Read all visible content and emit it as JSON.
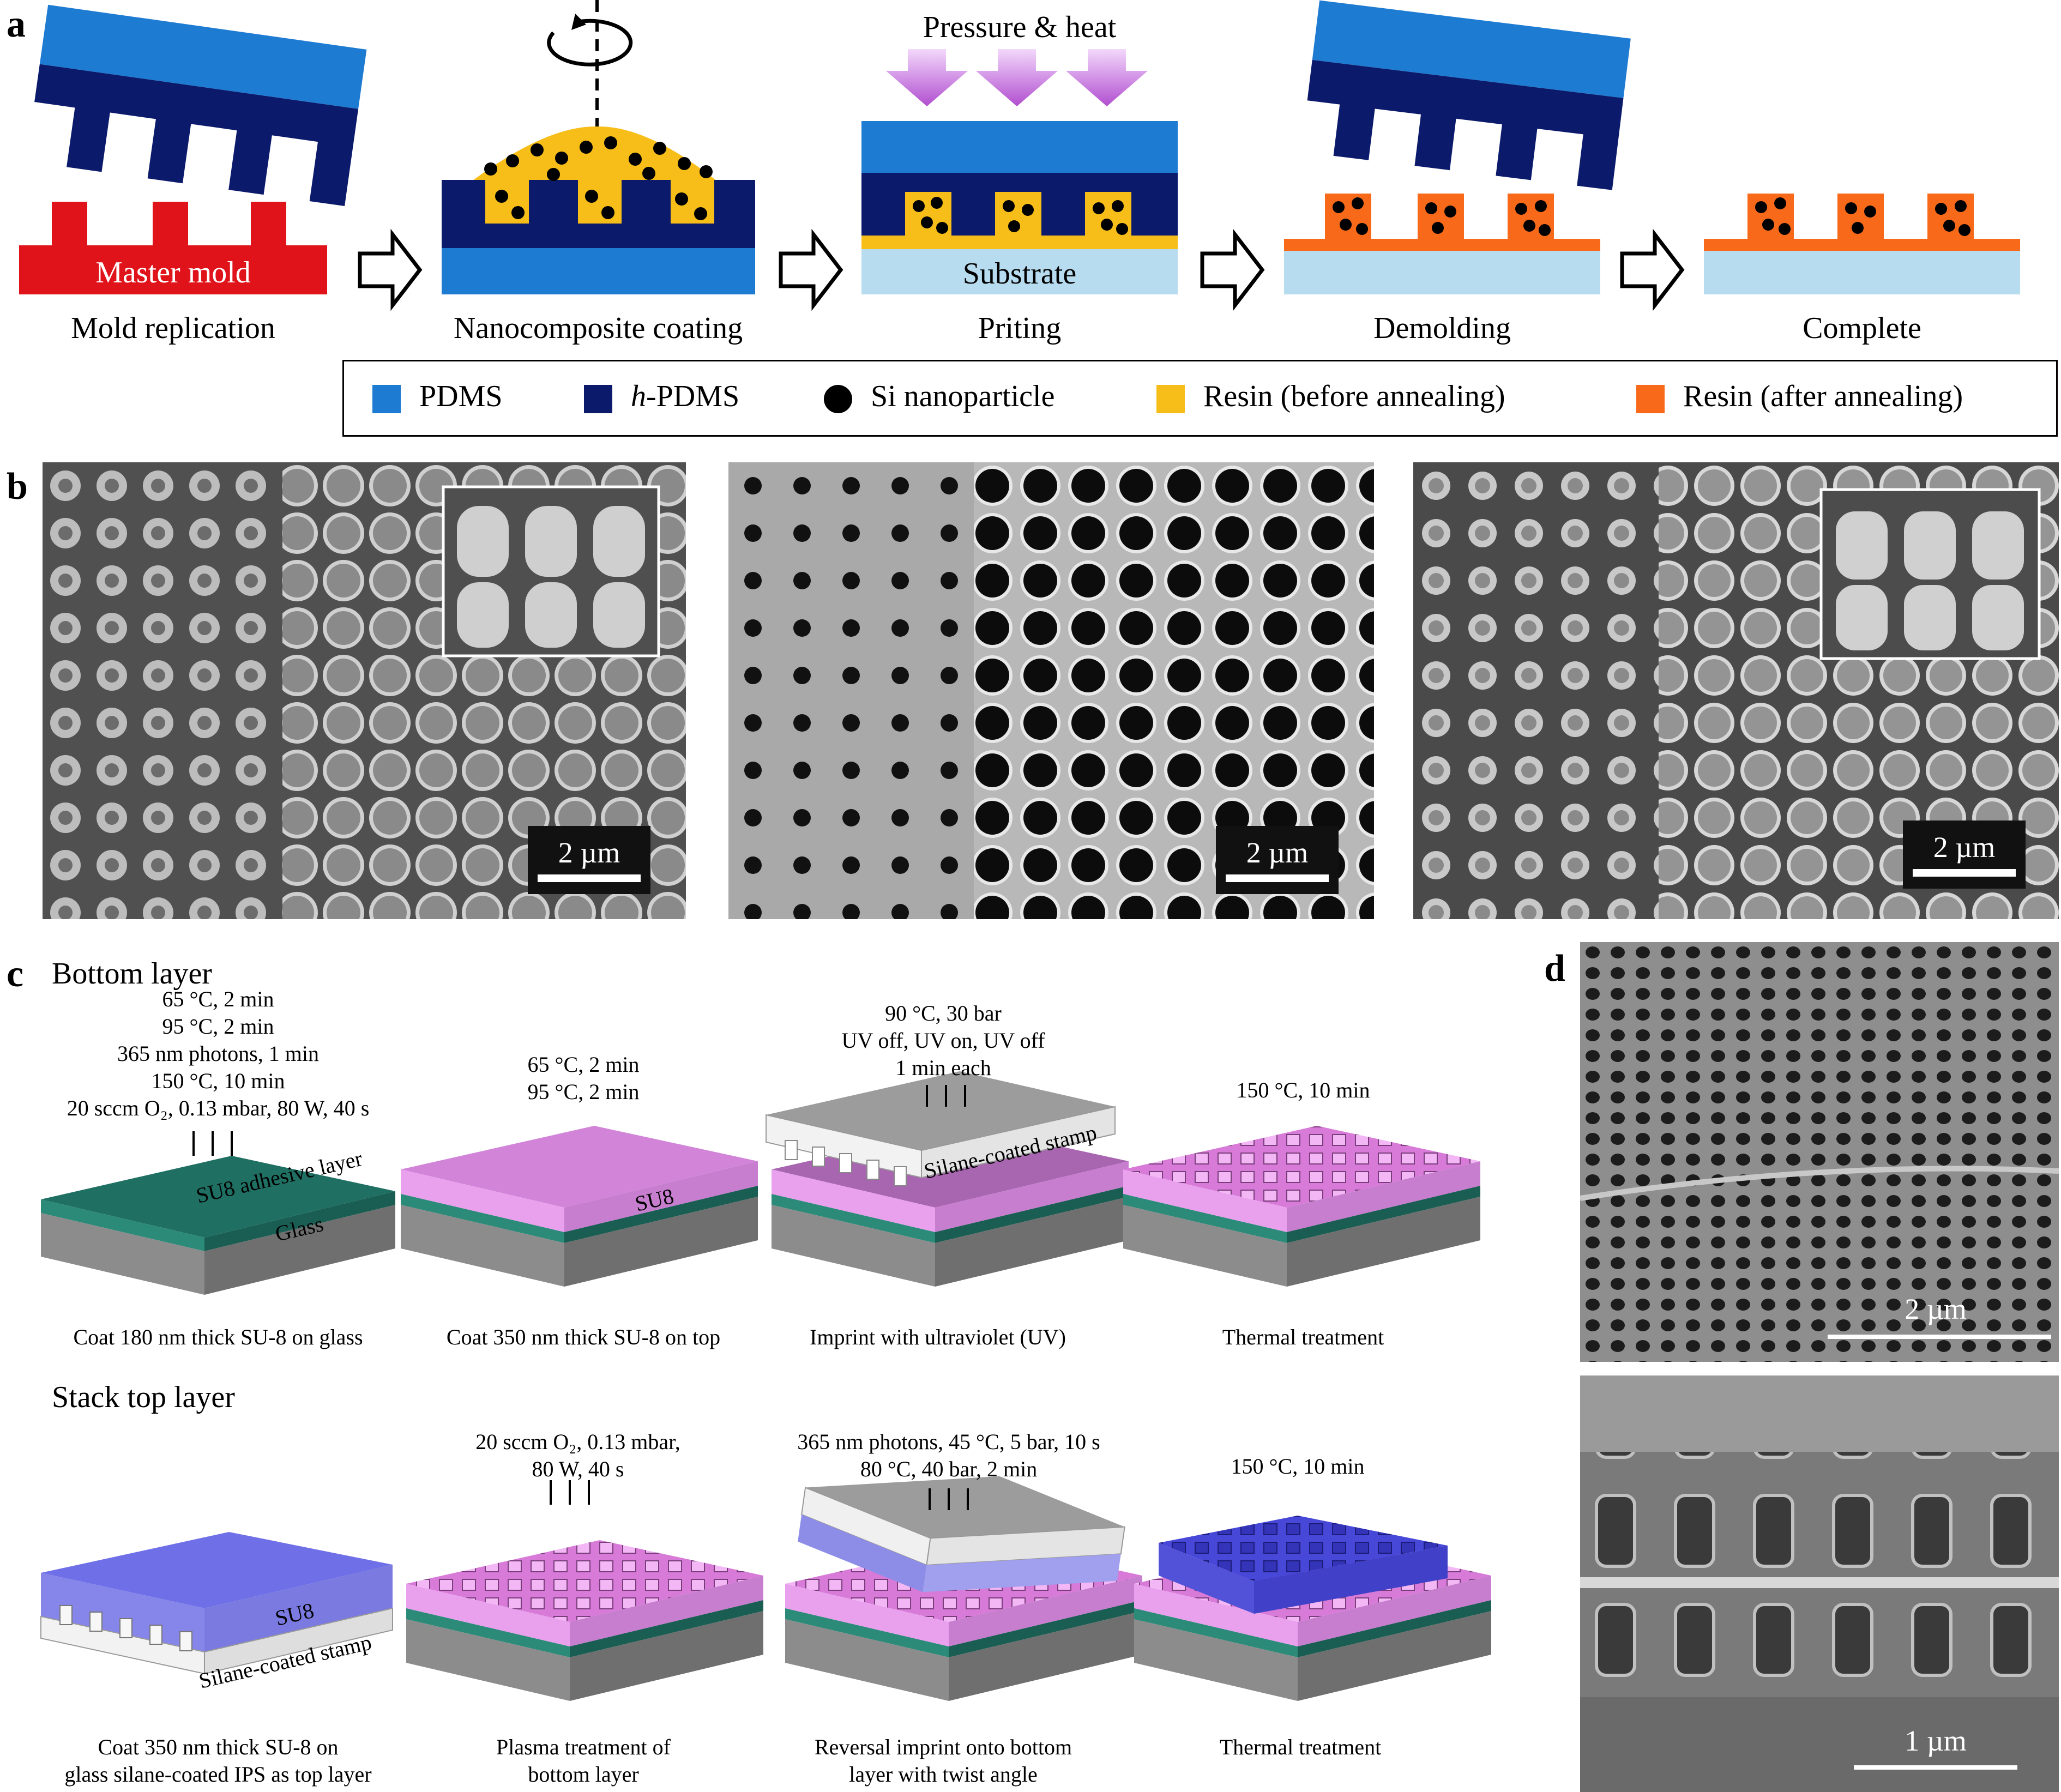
{
  "panel_labels": {
    "a": "a",
    "b": "b",
    "c": "c",
    "d": "d"
  },
  "panel_a": {
    "steps": [
      "Mold replication",
      "Nanocomposite coating",
      "Priting",
      "Demolding",
      "Complete"
    ],
    "master_mold_label": "Master mold",
    "pressure_label": "Pressure & heat",
    "substrate_label": "Substrate",
    "legend": [
      {
        "label": "PDMS",
        "color": "#1e7bd2"
      },
      {
        "label_italic": "h",
        "label_rest": "-PDMS",
        "color": "#0b1a6b"
      },
      {
        "label": "Si nanoparticle",
        "color": "#000000"
      },
      {
        "label": "Resin (before annealing)",
        "color": "#f7bd18"
      },
      {
        "label": "Resin (after annealing)",
        "color": "#f86a1a"
      }
    ],
    "colors": {
      "pdms": "#1e7bd2",
      "h_pdms": "#0b1a6b",
      "master_mold": "#e0121a",
      "substrate": "#b7dcf0",
      "resin_before": "#f7bd18",
      "resin_after": "#f86a1a",
      "arrow_purple": "#c06ad8"
    }
  },
  "panel_b": {
    "scale_bars": [
      "2 µm",
      "2 µm",
      "2 µm"
    ]
  },
  "panel_c": {
    "bottom_title": "Bottom layer",
    "top_title": "Stack top layer",
    "bottom_steps": [
      {
        "conditions": [
          "65 °C, 2 min",
          "95 °C, 2 min",
          "365 nm photons, 1 min",
          "150 °C, 10 min",
          "20 sccm O₂, 0.13 mbar, 80 W, 40 s"
        ],
        "caption": "Coat 180 nm thick SU-8 on glass",
        "labels": [
          "SU8 adhesive layer",
          "Glass"
        ]
      },
      {
        "conditions": [
          "65 °C, 2 min",
          "95 °C, 2 min"
        ],
        "caption": "Coat 350 nm thick SU-8 on top",
        "labels": [
          "SU8"
        ]
      },
      {
        "conditions": [
          "90 °C, 30 bar",
          "UV off, UV on, UV off",
          "1 min each"
        ],
        "caption": "Imprint with ultraviolet (UV)",
        "labels": [
          "Silane-coated stamp"
        ]
      },
      {
        "conditions": [
          "150 °C, 10 min"
        ],
        "caption": "Thermal treatment",
        "labels": []
      }
    ],
    "top_steps": [
      {
        "conditions": [],
        "caption": [
          "Coat 350 nm thick SU-8 on",
          "glass silane-coated IPS as top layer"
        ],
        "labels": [
          "SU8",
          "Silane-coated stamp"
        ]
      },
      {
        "conditions": [
          "20 sccm O₂, 0.13 mbar,",
          "80 W, 40 s"
        ],
        "caption": [
          "Plasma treatment of",
          "bottom layer"
        ],
        "labels": []
      },
      {
        "conditions": [
          "365 nm photons, 45 °C, 5 bar, 10 s",
          "80 °C, 40 bar, 2 min"
        ],
        "caption": [
          "Reversal imprint onto bottom",
          "layer with twist angle"
        ],
        "labels": []
      },
      {
        "conditions": [
          "150 °C, 10 min"
        ],
        "caption": [
          "Thermal treatment"
        ],
        "labels": []
      }
    ],
    "colors": {
      "glass": "#8c8c8c",
      "adhesive": "#1f6f62",
      "su8": "#e28fe6",
      "stamp": "#efefef",
      "top_su8": "#6f6fe8"
    }
  },
  "panel_d": {
    "scale_bars": [
      "2 µm",
      "1 µm"
    ]
  }
}
